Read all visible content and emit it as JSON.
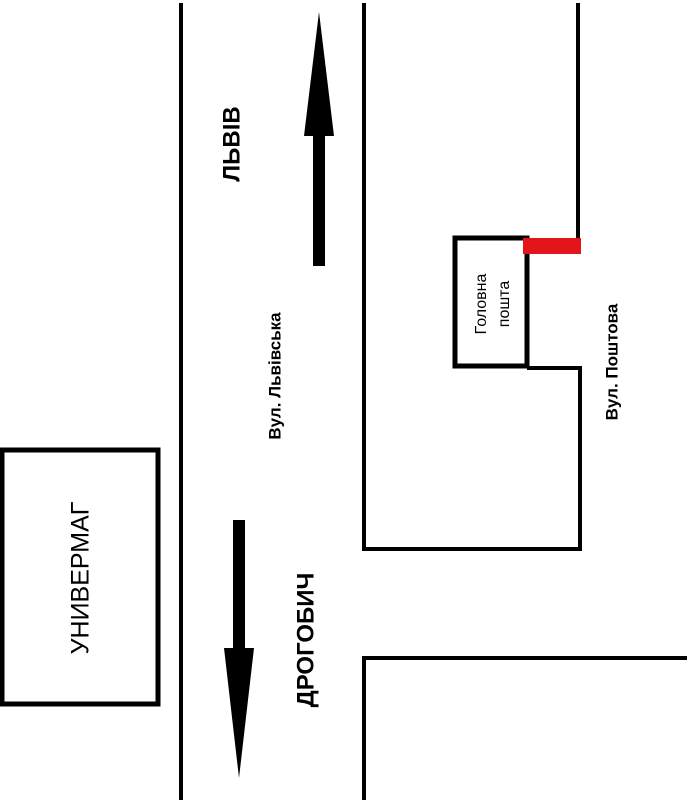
{
  "labels": {
    "department_store": "УНИВЕРМАГ",
    "street_lvivska": "Вул. Львівська",
    "street_poshtova": "Вул. Поштова",
    "post_office_line1": "Головна",
    "post_office_line2": "пошта",
    "direction_north": "ЛЬВІВ",
    "direction_south": "ДРОГОБИЧ"
  },
  "colors": {
    "line": "#000000",
    "entrance_marker": "#e3141b",
    "background": "#ffffff"
  },
  "icons": {
    "north_arrow": "arrow-up-icon",
    "south_arrow": "arrow-down-icon"
  }
}
